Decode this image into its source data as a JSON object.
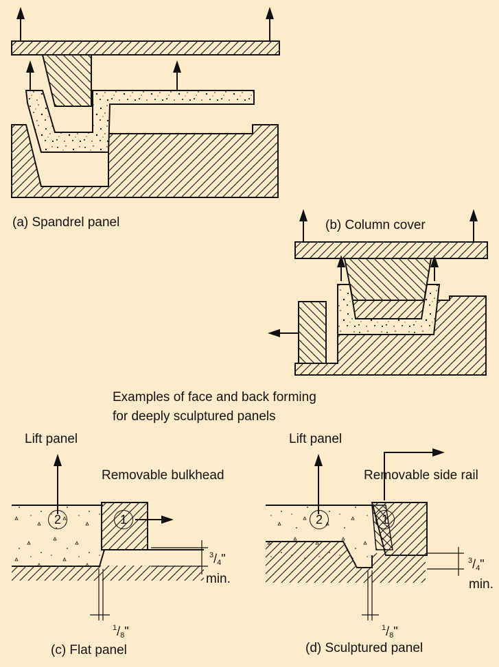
{
  "colors": {
    "background": "#fdeccc",
    "ink": "#111111"
  },
  "captions": {
    "a": "(a) Spandrel panel",
    "b": "(b) Column cover",
    "c": "(c) Flat panel",
    "d": "(d) Sculptured panel",
    "main_line1": "Examples of face and back forming",
    "main_line2": "for deeply sculptured panels"
  },
  "labels": {
    "lift_panel_c": "Lift panel",
    "lift_panel_d": "Lift panel",
    "removable_bulkhead": "Removable bulkhead",
    "removable_side_rail": "Removable side rail",
    "min_c": "min.",
    "min_d": "min."
  },
  "circles": {
    "c1": "1",
    "c2": "2",
    "d1": "1",
    "d2": "2"
  },
  "dims": {
    "three_quarter_num": "3",
    "three_quarter_den": "4",
    "eighth_num": "1",
    "eighth_den": "8",
    "inch_mark": "\""
  }
}
